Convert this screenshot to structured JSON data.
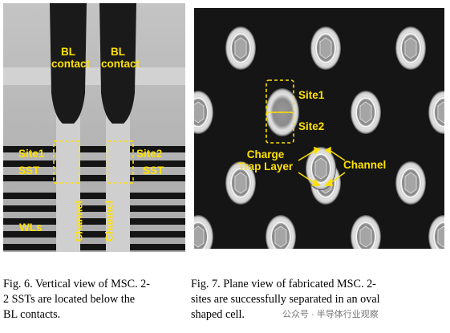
{
  "fig6": {
    "bl_contact_left_line1": "BL",
    "bl_contact_left_line2": "contact",
    "bl_contact_right_line1": "BL",
    "bl_contact_right_line2": "contact",
    "site1": "Site1",
    "sst_left": "SST",
    "site2": "Site2",
    "sst_right": "SST",
    "wls": "WLs",
    "channel_left": "Channel",
    "channel_right": "Channel"
  },
  "fig7": {
    "site1": "Site1",
    "site2": "Site2",
    "charge_line1": "Charge",
    "charge_line2": "Trap Layer",
    "channel": "Channel"
  },
  "captions": {
    "fig6_line1": "Fig. 6. Vertical view of MSC. 2-",
    "fig6_line2": "2 SSTs are located below the",
    "fig6_line3": "BL contacts.",
    "fig7_line1": "Fig. 7. Plane view of fabricated MSC. 2-",
    "fig7_line2": "sites are successfully separated in an oval",
    "fig7_line3": "shaped cell."
  },
  "watermark": "公众号 · 半导体行业观察",
  "colors": {
    "label": "#ffe100"
  }
}
